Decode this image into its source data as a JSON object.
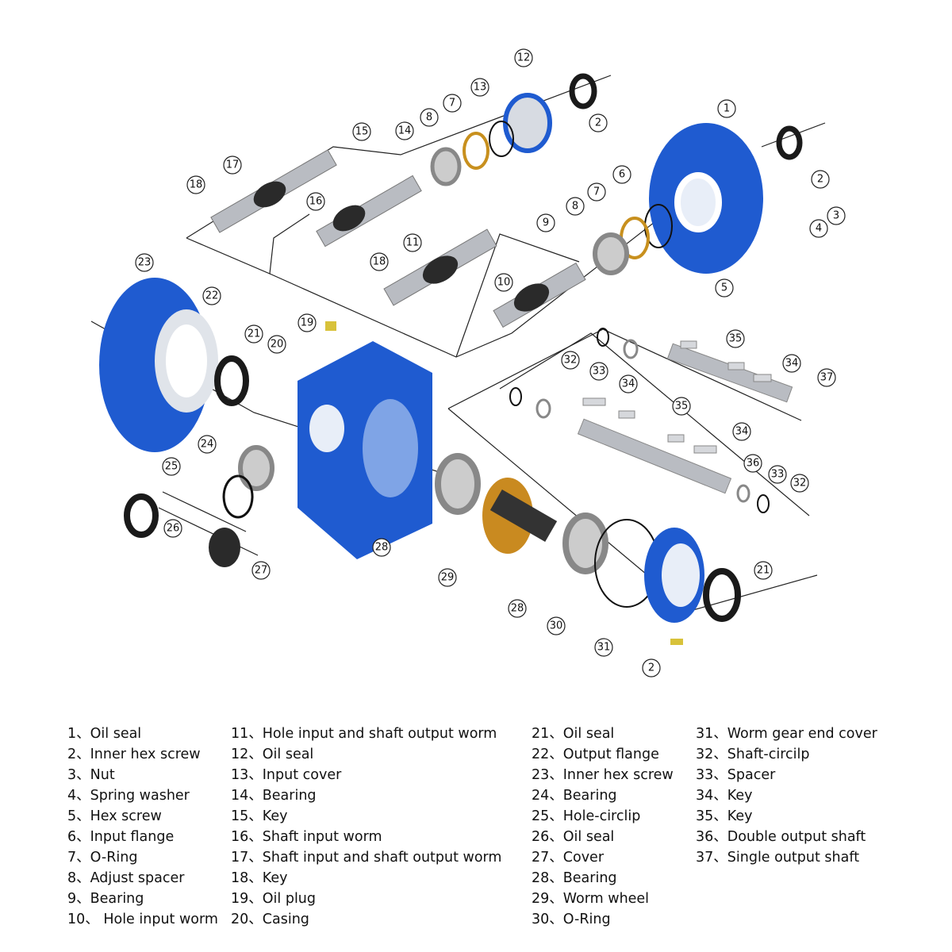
{
  "callouts": [
    "12",
    "13",
    "7",
    "8",
    "14",
    "15",
    "2",
    "1",
    "17",
    "18",
    "16",
    "6",
    "2",
    "7",
    "3",
    "8",
    "4",
    "9",
    "11",
    "18",
    "5",
    "10",
    "23",
    "22",
    "19",
    "21",
    "20",
    "35",
    "32",
    "33",
    "34",
    "37",
    "34",
    "35",
    "34",
    "24",
    "36",
    "25",
    "33",
    "32",
    "26",
    "27",
    "28",
    "21",
    "29",
    "28",
    "30",
    "31",
    "2"
  ],
  "colors": {
    "casing_blue": "#1f5bd0",
    "seal_black": "#1a1a1a",
    "spacer_gold": "#c8901e",
    "worm_wheel_gold": "#c98a20",
    "shaft_gray": "#b9bcc2"
  },
  "legend": {
    "col1": [
      "1、Oil seal",
      "2、Inner hex screw",
      "3、Nut",
      "4、Spring washer",
      "5、Hex screw",
      "6、Input flange",
      "7、O-Ring",
      "8、Adjust spacer",
      "9、Bearing",
      "10、 Hole input worm"
    ],
    "col2": [
      "11、Hole input and shaft output worm",
      "12、Oil seal",
      "13、Input cover",
      "14、Bearing",
      "15、Key",
      "16、Shaft input worm",
      "17、Shaft input and shaft output worm",
      "18、Key",
      "19、Oil plug",
      "20、Casing"
    ],
    "col3": [
      "21、Oil seal",
      "22、Output flange",
      "23、Inner hex screw",
      "24、Bearing",
      "25、Hole-circlip",
      "26、Oil seal",
      "27、Cover",
      "28、Bearing",
      "29、Worm wheel",
      "30、O-Ring"
    ],
    "col4": [
      "31、Worm gear end cover",
      "32、Shaft-circilp",
      "33、Spacer",
      "34、Key",
      "35、Key",
      "36、Double output shaft",
      "37、Single output shaft"
    ]
  }
}
